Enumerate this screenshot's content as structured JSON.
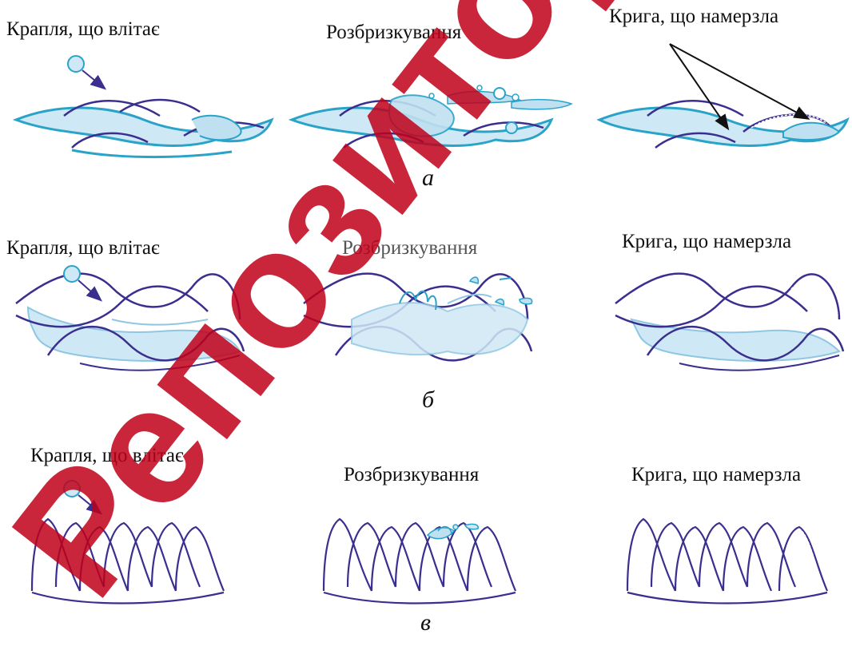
{
  "rows": [
    {
      "caption": "а",
      "labels": {
        "drop": "Крапля, що влітає",
        "splash": "Розбризкування",
        "ice": "Крига, що намерзла"
      }
    },
    {
      "caption": "б",
      "labels": {
        "drop": "Крапля, що влітає",
        "splash": "Розбризкування",
        "ice": "Крига, що намерзла"
      }
    },
    {
      "caption": "в",
      "labels": {
        "drop": "Крапля, що влітає",
        "splash": "Розбризкування",
        "ice": "Крига, що намерзла"
      }
    }
  ],
  "colors": {
    "fiber": "#3a2f8f",
    "water": "#2aa3c9",
    "water_fill": "#cfe8f5",
    "watermark": "#c0001a"
  },
  "watermark": "Репозиторій"
}
